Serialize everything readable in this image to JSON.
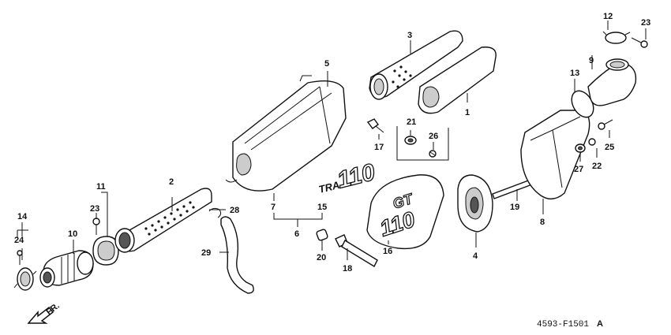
{
  "callouts": [
    "1",
    "2",
    "3",
    "4",
    "5",
    "6",
    "7",
    "8",
    "9",
    "10",
    "11",
    "12",
    "13",
    "14",
    "15",
    "16",
    "17",
    "18",
    "19",
    "20",
    "21",
    "22",
    "23",
    "24",
    "25",
    "26",
    "27",
    "28",
    "29"
  ],
  "emblem_tra": "TRA",
  "emblem_110": "110",
  "cover_gt": "GT",
  "cover_110": "110",
  "arrow_label": "FR.",
  "diagram_code": "4593-F1501",
  "diagram_code_suffix": "A"
}
